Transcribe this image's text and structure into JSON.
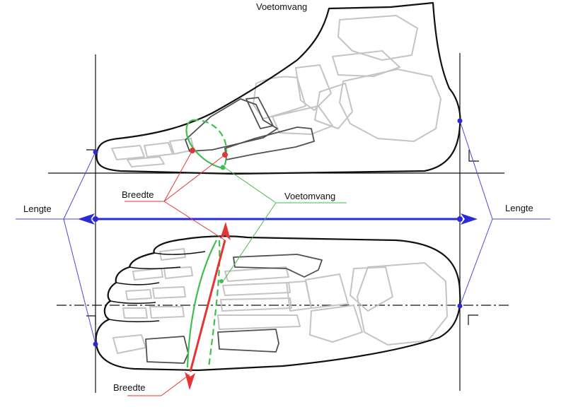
{
  "labels": {
    "top_title": "Voetomvang",
    "breedte_upper": "Breedte",
    "voetomvang_middle": "Voetomvang",
    "lengte_left": "Lengte",
    "lengte_right": "Lengte",
    "breedte_lower": "Breedte"
  },
  "colors": {
    "outline": "#111111",
    "bone": "#c4c4c4",
    "bone_dark": "#505050",
    "length": "#2b2bd6",
    "length_thin": "#4a4ad8",
    "width": "#e53434",
    "girth": "#3fbf4f"
  }
}
